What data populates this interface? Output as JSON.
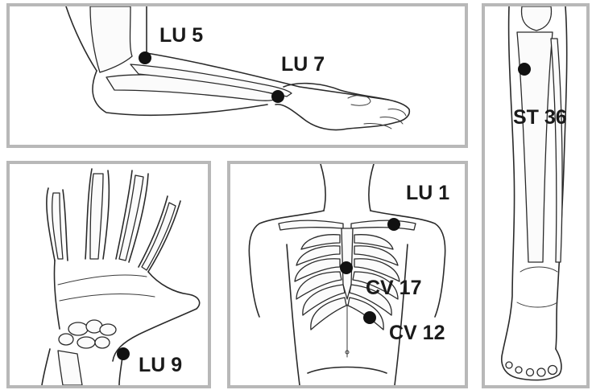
{
  "panels": {
    "forearm": {
      "labels": {
        "lu5": "LU 5",
        "lu7": "LU 7"
      }
    },
    "hand": {
      "labels": {
        "lu9": "LU 9"
      }
    },
    "chest": {
      "labels": {
        "lu1": "LU 1",
        "cv17": "CV 17",
        "cv12": "CV 12"
      }
    },
    "leg": {
      "labels": {
        "st36": "ST 36"
      }
    }
  },
  "colors": {
    "frame": "#b8b8b8",
    "ink": "#2a2a2a",
    "point": "#111111"
  }
}
